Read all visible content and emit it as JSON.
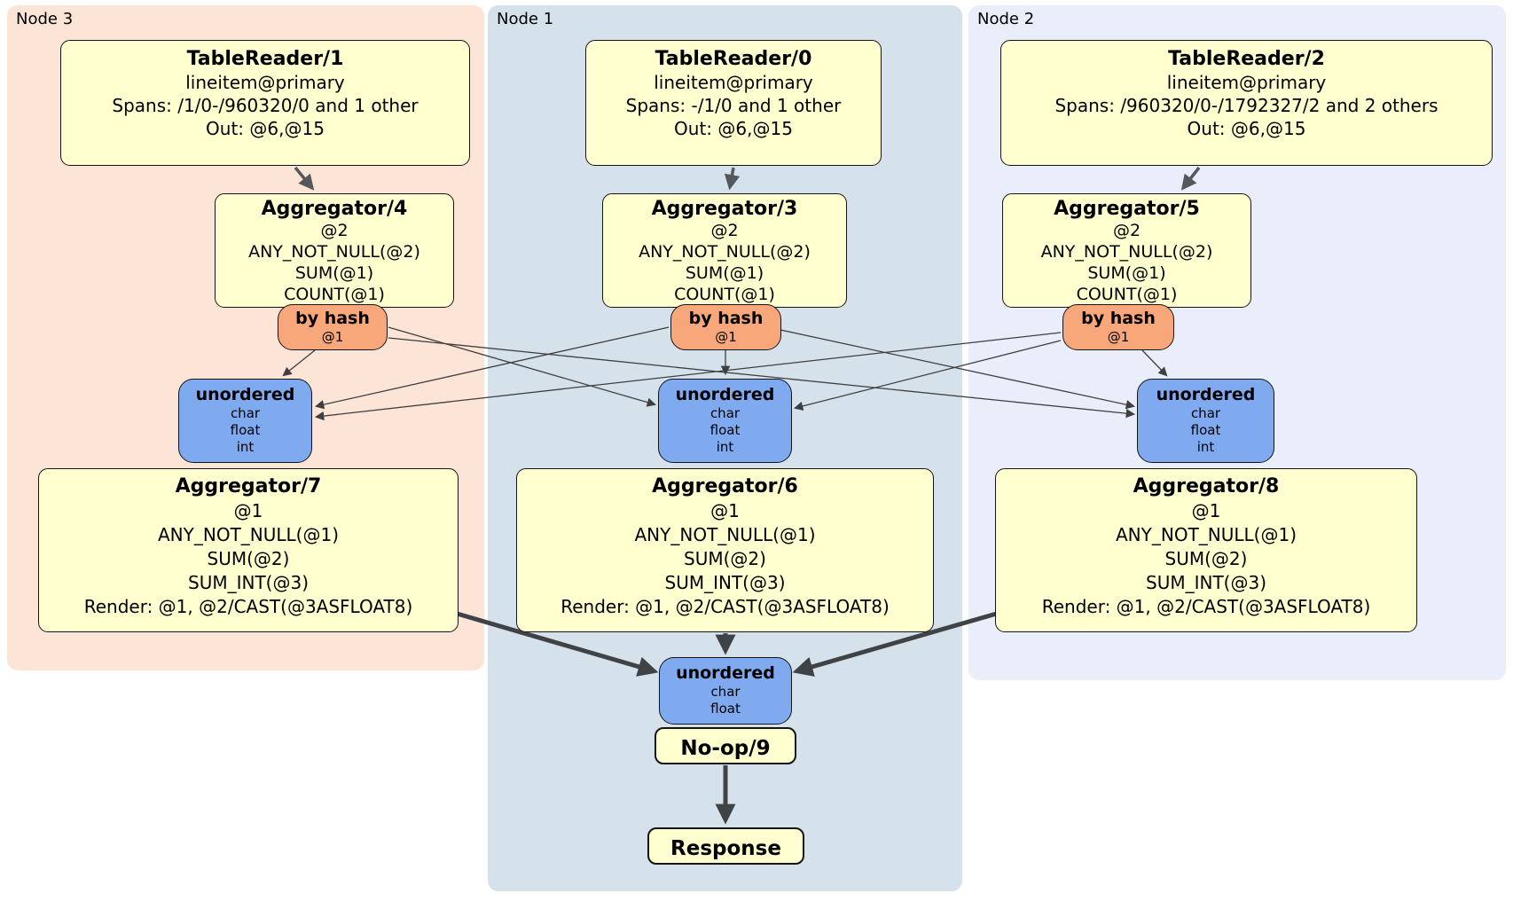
{
  "groups": {
    "node3": {
      "label": "Node 3"
    },
    "node1": {
      "label": "Node 1"
    },
    "node2": {
      "label": "Node 2"
    }
  },
  "colors": {
    "node3_bg": "#fce4d6",
    "node1_bg": "#d5e2ec",
    "node2_bg": "#e9eefa",
    "processor_bg": "#ffffd0",
    "router_bg": "#f7a77a",
    "sync_bg": "#80aaf0",
    "edge": "#3f3f3f"
  },
  "processors": {
    "tr1": {
      "title": "TableReader/1",
      "lines": [
        "lineitem@primary",
        "Spans: /1/0-/960320/0 and 1 other",
        "Out: @6,@15"
      ]
    },
    "tr0": {
      "title": "TableReader/0",
      "lines": [
        "lineitem@primary",
        "Spans: -/1/0 and 1 other",
        "Out: @6,@15"
      ]
    },
    "tr2": {
      "title": "TableReader/2",
      "lines": [
        "lineitem@primary",
        "Spans: /960320/0-/1792327/2 and 2 others",
        "Out: @6,@15"
      ]
    },
    "agg4": {
      "title": "Aggregator/4",
      "lines": [
        "@2",
        "ANY_NOT_NULL(@2)",
        "SUM(@1)",
        "COUNT(@1)"
      ]
    },
    "agg3": {
      "title": "Aggregator/3",
      "lines": [
        "@2",
        "ANY_NOT_NULL(@2)",
        "SUM(@1)",
        "COUNT(@1)"
      ]
    },
    "agg5": {
      "title": "Aggregator/5",
      "lines": [
        "@2",
        "ANY_NOT_NULL(@2)",
        "SUM(@1)",
        "COUNT(@1)"
      ]
    },
    "agg7": {
      "title": "Aggregator/7",
      "lines": [
        "@1",
        "ANY_NOT_NULL(@1)",
        "SUM(@2)",
        "SUM_INT(@3)",
        "Render: @1, @2/CAST(@3ASFLOAT8)"
      ]
    },
    "agg6": {
      "title": "Aggregator/6",
      "lines": [
        "@1",
        "ANY_NOT_NULL(@1)",
        "SUM(@2)",
        "SUM_INT(@3)",
        "Render: @1, @2/CAST(@3ASFLOAT8)"
      ]
    },
    "agg8": {
      "title": "Aggregator/8",
      "lines": [
        "@1",
        "ANY_NOT_NULL(@1)",
        "SUM(@2)",
        "SUM_INT(@3)",
        "Render: @1, @2/CAST(@3ASFLOAT8)"
      ]
    },
    "noop": {
      "title": "No-op/9"
    },
    "response": {
      "title": "Response"
    }
  },
  "routers": {
    "r3": {
      "title": "by hash",
      "detail": "@1"
    },
    "r1": {
      "title": "by hash",
      "detail": "@1"
    },
    "r2": {
      "title": "by hash",
      "detail": "@1"
    }
  },
  "syncs": {
    "s3": {
      "title": "unordered",
      "lines": [
        "char",
        "float",
        "int"
      ]
    },
    "s1": {
      "title": "unordered",
      "lines": [
        "char",
        "float",
        "int"
      ]
    },
    "s2": {
      "title": "unordered",
      "lines": [
        "char",
        "float",
        "int"
      ]
    },
    "final": {
      "title": "unordered",
      "lines": [
        "char",
        "float"
      ]
    }
  }
}
